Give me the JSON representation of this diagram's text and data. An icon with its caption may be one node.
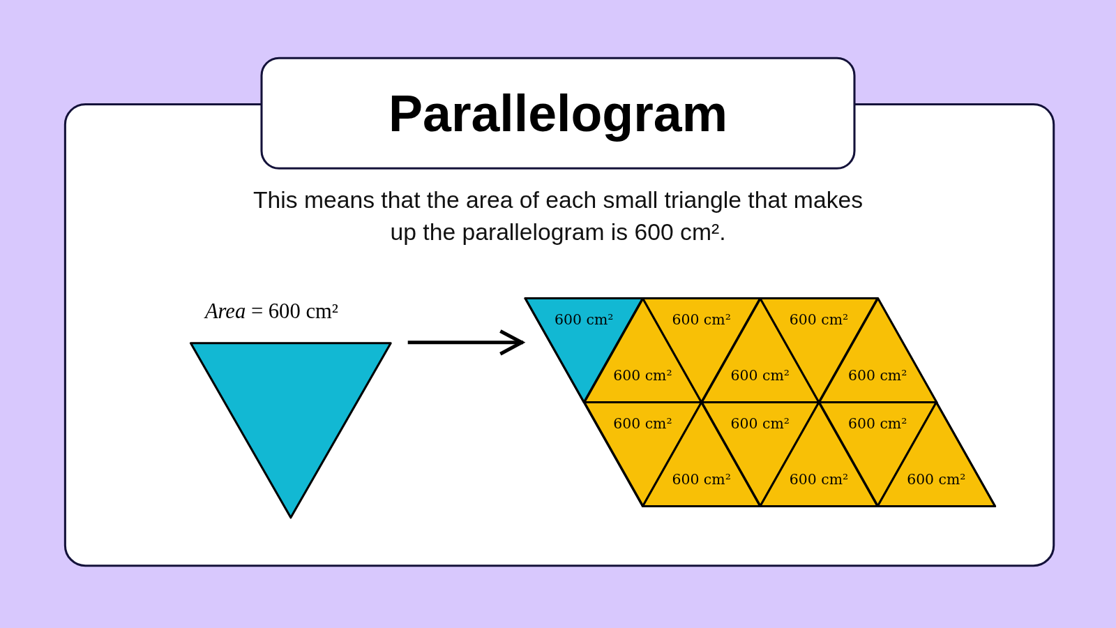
{
  "diagram": {
    "title": "Parallelogram",
    "nodes": [
      {
        "text": [],
        "shape": "triangle",
        "beside": [
          "*Area* = 600 cm²"
        ]
      },
      {
        "text": [],
        "shape": "parallelogram"
      },
      {
        "text": [
          "600 cm²"
        ],
        "in": 1
      },
      {
        "text": [
          "600 cm²"
        ],
        "in": 1
      },
      {
        "text": [
          "600 cm²"
        ],
        "in": 1
      },
      {
        "text": [
          "600 cm²"
        ],
        "in": 1
      },
      {
        "text": [
          "600 cm²"
        ],
        "in": 1
      },
      {
        "text": [
          "600 cm²"
        ],
        "in": 1
      },
      {
        "text": [
          "600 cm²"
        ],
        "in": 1
      },
      {
        "text": [
          "600 cm²"
        ],
        "in": 1
      },
      {
        "text": [
          "600 cm²"
        ],
        "in": 1
      },
      {
        "text": [
          "600 cm²"
        ],
        "in": 1
      },
      {
        "text": [
          "600 cm²"
        ],
        "in": 1
      },
      {
        "text": [
          "600 cm²"
        ],
        "in": 1
      }
    ],
    "edges": [
      {
        "from": 0,
        "to": 1,
        "arrow": "to"
      }
    ],
    "labels": [
      "This means that the area of each small triangle that makes up the parallelogram is 600 cm²."
    ]
  }
}
